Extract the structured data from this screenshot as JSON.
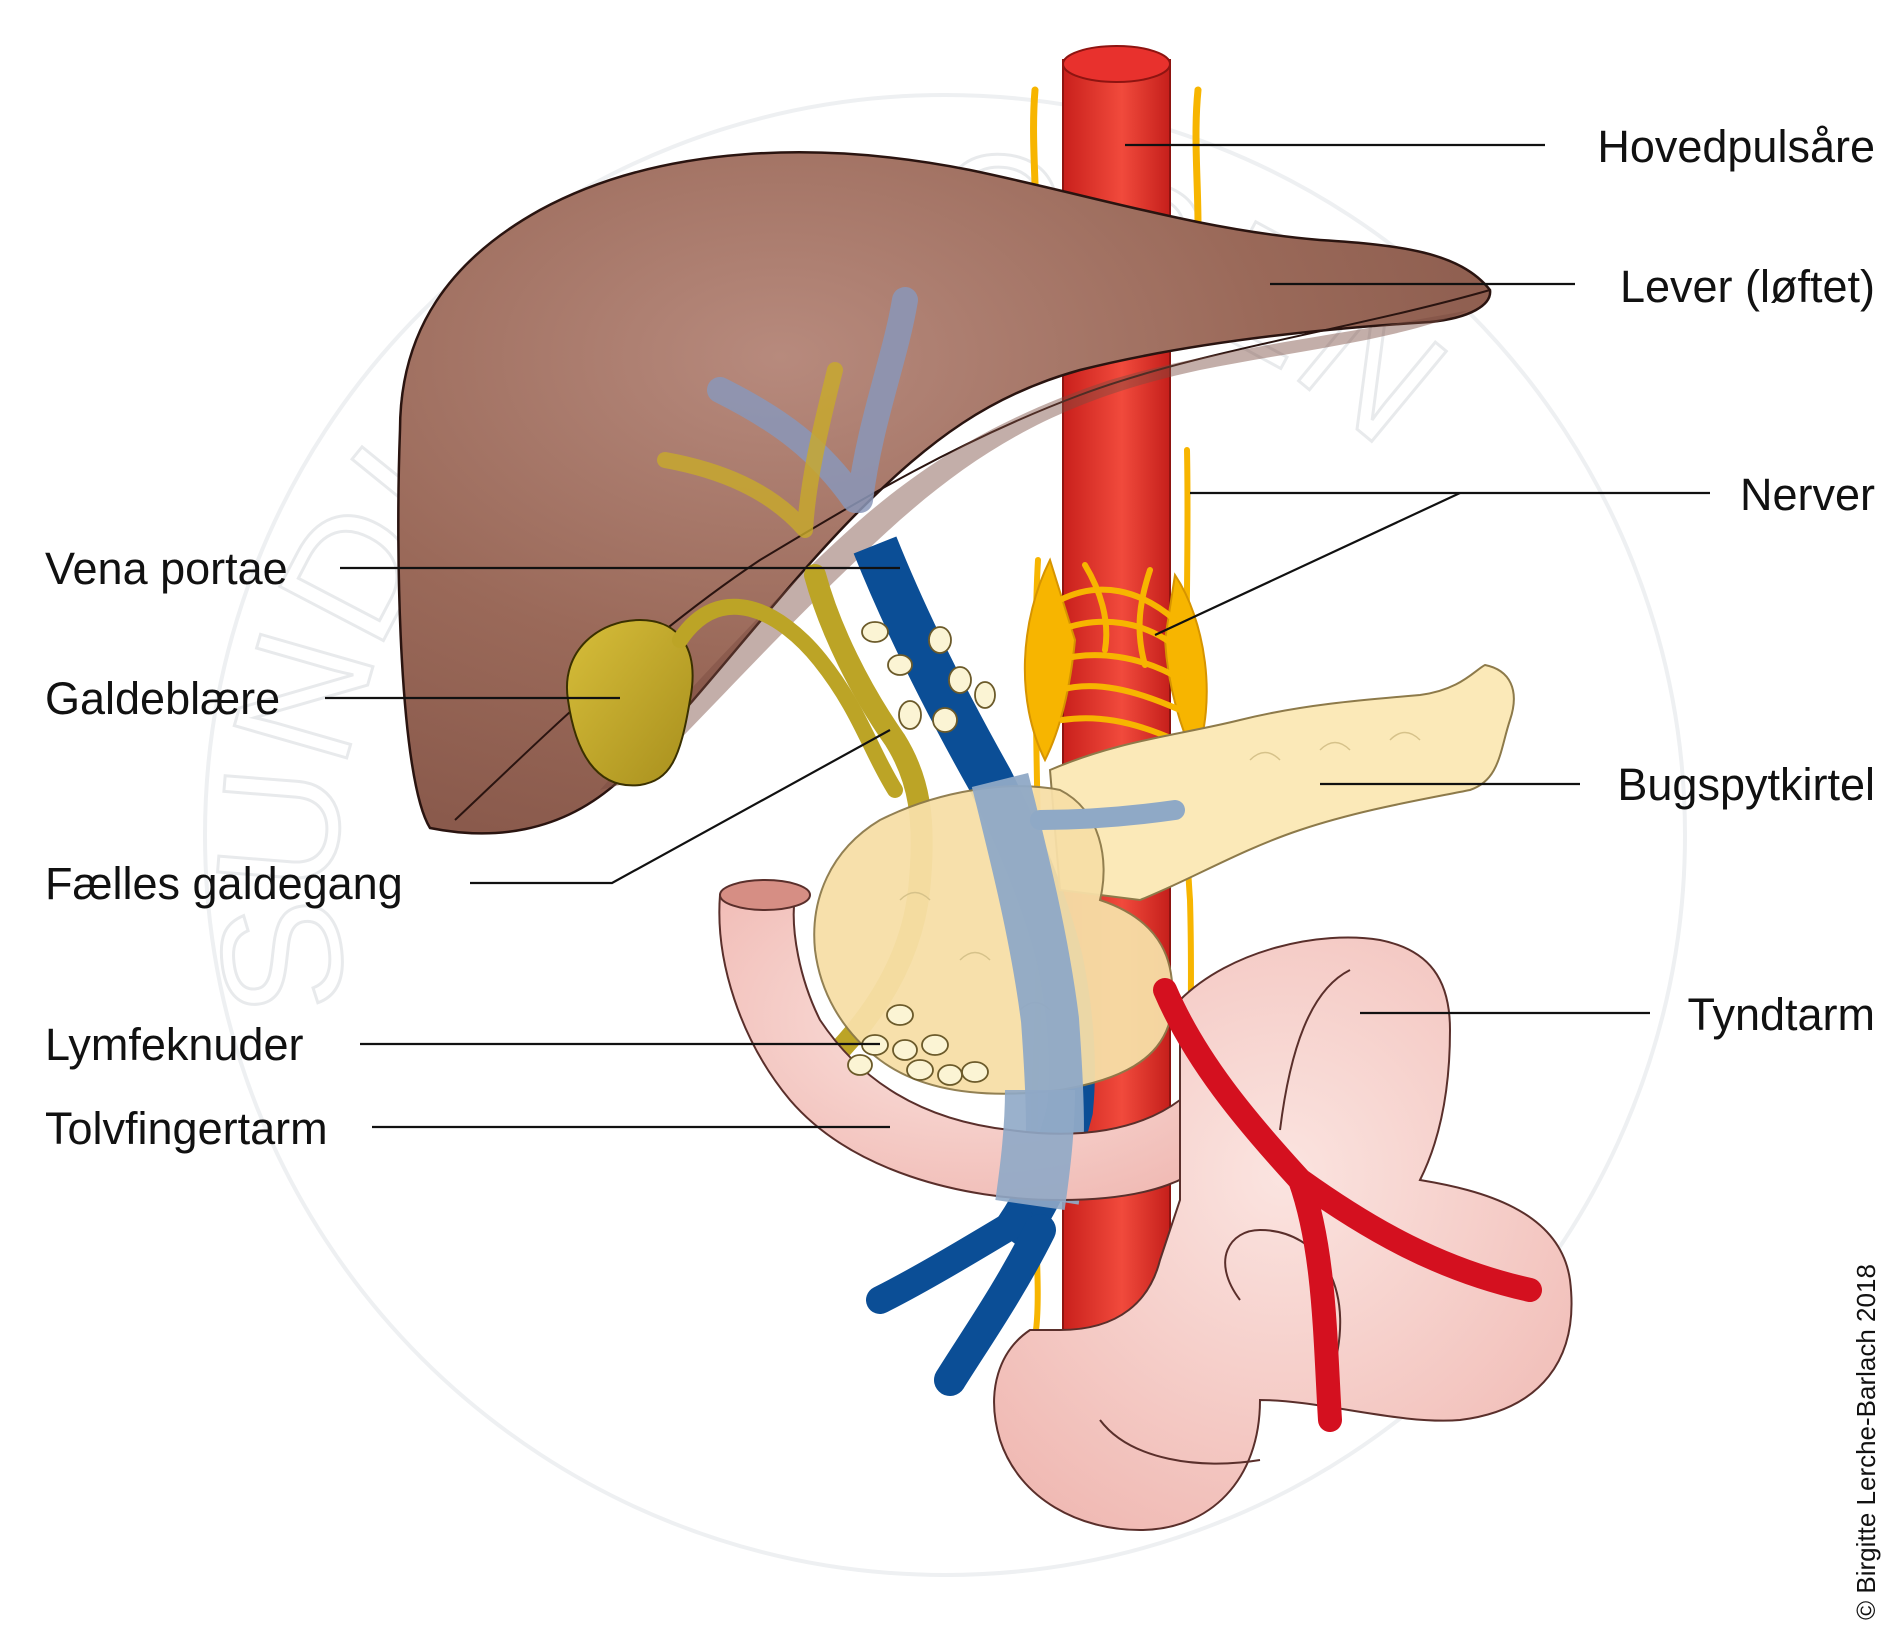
{
  "labels": {
    "aorta": "Hovedpulsåre",
    "liver": "Lever (løftet)",
    "nerves": "Nerver",
    "vena_portae": "Vena portae",
    "gallbladder": "Galdeblære",
    "pancreas": "Bugspytkirtel",
    "common_bile_duct": "Fælles galdegang",
    "small_intestine": "Tyndtarm",
    "lymph_nodes": "Lymfeknuder",
    "duodenum": "Tolvfingertarm"
  },
  "copyright": "© Birgitte Lerche-Barlach 2018",
  "watermark": "SUNDHEDSBOGEN",
  "colors": {
    "liver": "#9a6959",
    "aorta": "#e8312d",
    "portal_vein": "#0b4e96",
    "vein_light": "#8fa9c6",
    "bile": "#c8aa2a",
    "gallbladder": "#bca426",
    "nerve": "#f7b500",
    "pancreas": "#fbe9b8",
    "intestine": "#f4c7c2",
    "artery": "#d4101f",
    "lymph": "#fbf4d4"
  }
}
